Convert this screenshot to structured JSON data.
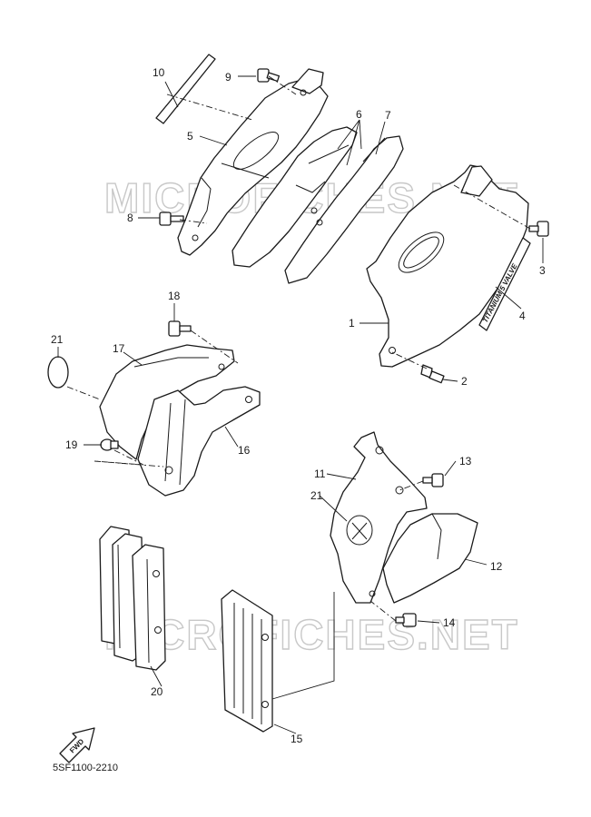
{
  "diagram": {
    "drawing_code": "5SF1100-2210",
    "watermark": "MICROFICHES.NET",
    "fwd_label": "FWD",
    "side_cover_decal": "TITANIUM 5 VALVE",
    "callouts": [
      "1",
      "2",
      "3",
      "4",
      "5",
      "6",
      "7",
      "8",
      "9",
      "10",
      "11",
      "12",
      "13",
      "14",
      "15",
      "16",
      "17",
      "18",
      "19",
      "20",
      "21",
      "21"
    ]
  }
}
